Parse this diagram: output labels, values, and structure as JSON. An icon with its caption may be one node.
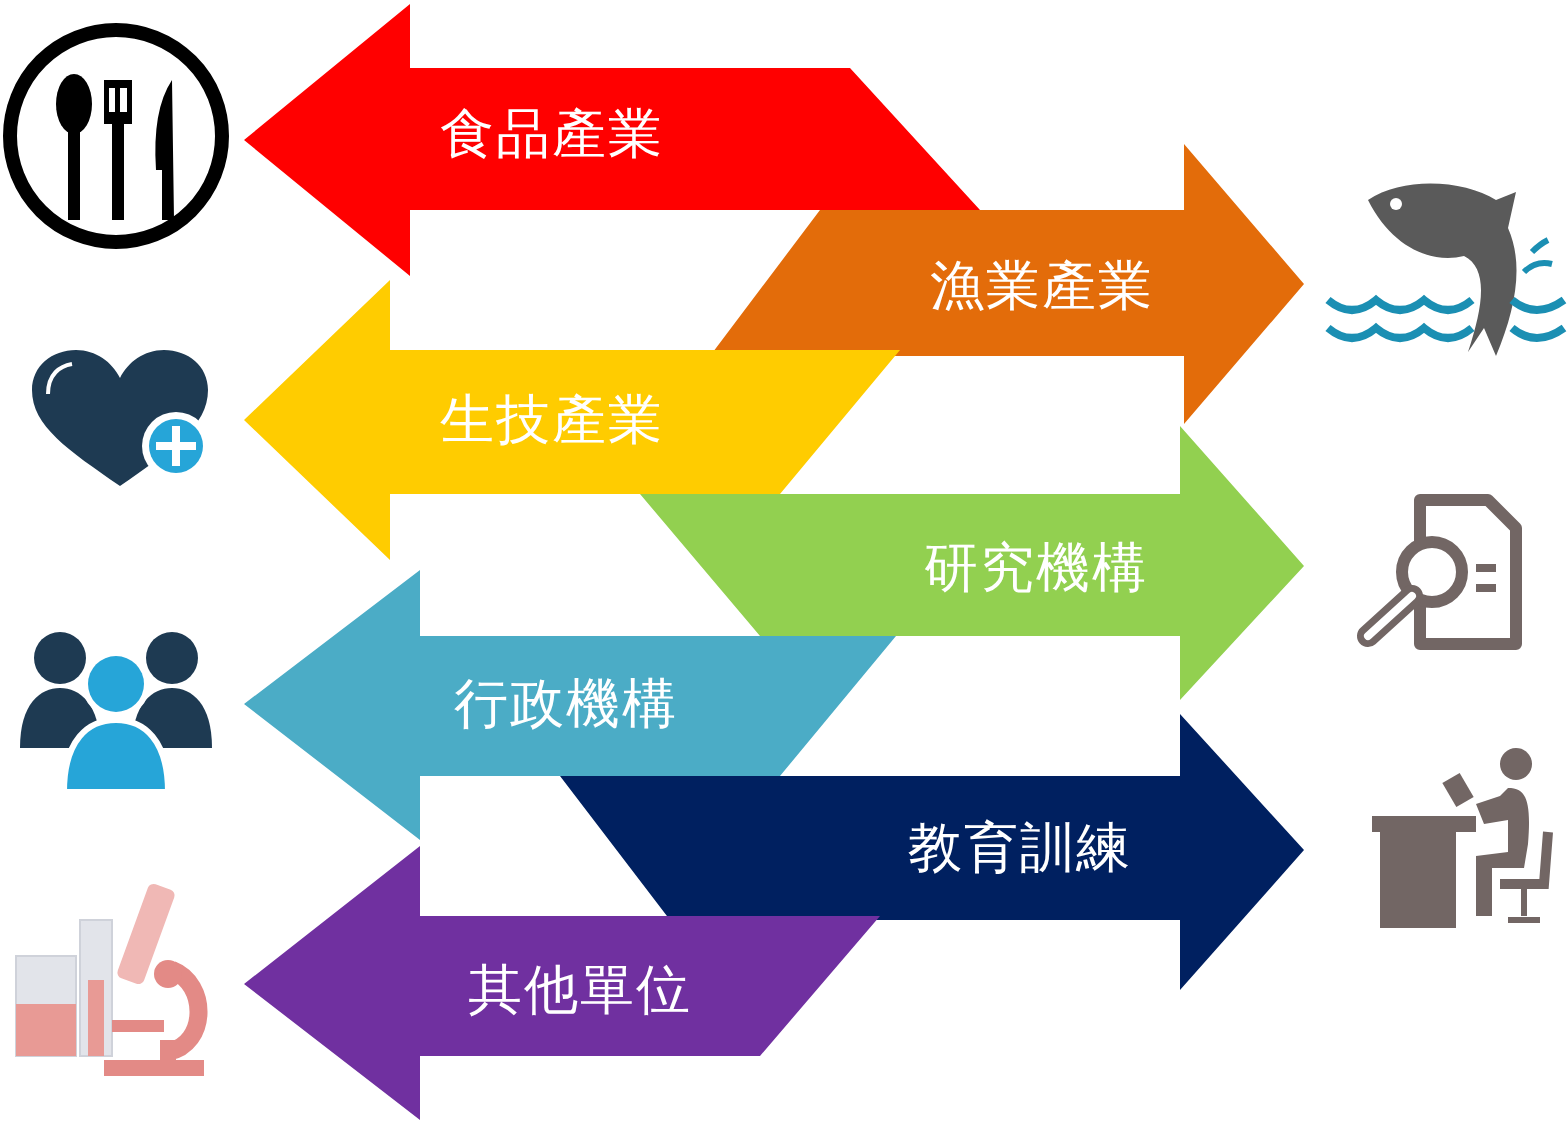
{
  "diagram": {
    "nodes": [
      {
        "text": [
          "食品產業"
        ]
      },
      {
        "text": [
          "漁業產業"
        ]
      },
      {
        "text": [
          "生技產業"
        ]
      },
      {
        "text": [
          "研究機構"
        ]
      },
      {
        "text": [
          "行政機構"
        ]
      },
      {
        "text": [
          "教育訓練"
        ]
      },
      {
        "text": [
          "其他單位"
        ]
      }
    ]
  }
}
